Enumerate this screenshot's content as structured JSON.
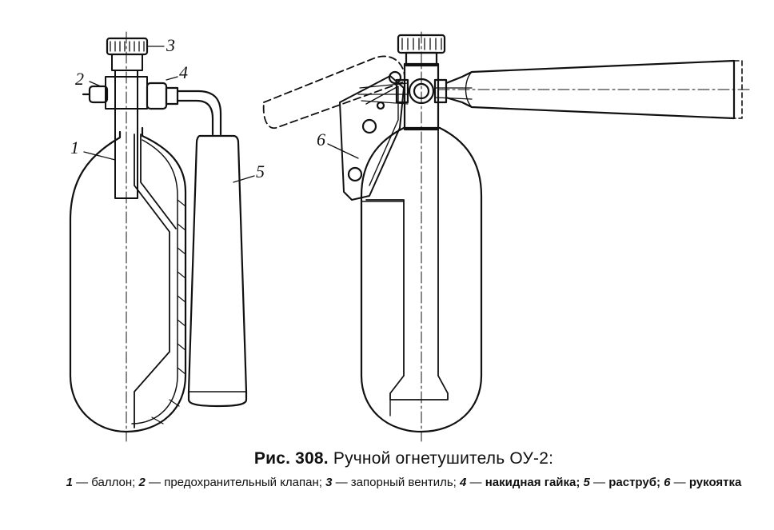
{
  "figure": {
    "labels": [
      "1",
      "2",
      "3",
      "4",
      "5",
      "6"
    ]
  },
  "caption": {
    "fig_number": "Рис. 308.",
    "title": "Ручной огнетушитель ОУ-2:",
    "legend": [
      {
        "num": "1",
        "text": "баллон;"
      },
      {
        "num": "2",
        "text": "предохранительный клапан;"
      },
      {
        "num": "3",
        "text": "запорный вентиль;"
      },
      {
        "num": "4",
        "text": "накидная гайка;"
      },
      {
        "num": "5",
        "text": "раструб;"
      },
      {
        "num": "6",
        "text": "рукоятка"
      }
    ]
  }
}
